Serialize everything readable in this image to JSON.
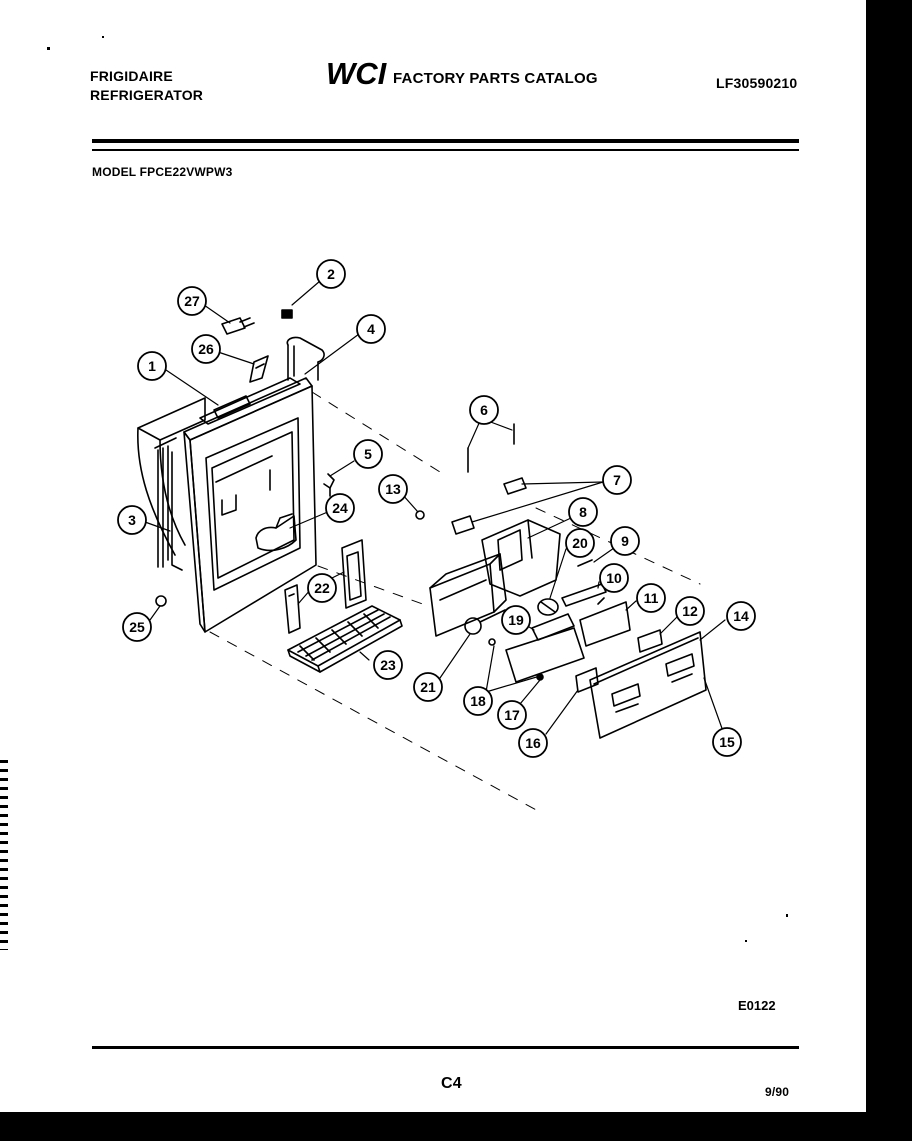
{
  "header": {
    "brand_line1": "FRIGIDAIRE",
    "brand_line2": "REFRIGERATOR",
    "logo_text": "WCI",
    "catalog_title": "FACTORY PARTS CATALOG",
    "catalog_number": "LF30590210",
    "model_line": "MODEL FPCE22VWPW3"
  },
  "diagram": {
    "callouts": [
      "1",
      "2",
      "3",
      "4",
      "5",
      "6",
      "7",
      "8",
      "9",
      "10",
      "11",
      "12",
      "13",
      "14",
      "15",
      "16",
      "17",
      "18",
      "19",
      "20",
      "21",
      "22",
      "23",
      "24",
      "25",
      "26",
      "27"
    ],
    "drawing_code": "E0122"
  },
  "footer": {
    "page_label": "C4",
    "date_code": "9/90"
  }
}
